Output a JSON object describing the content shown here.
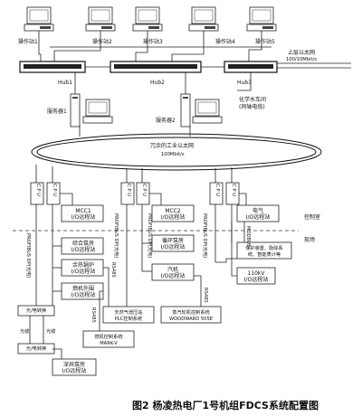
{
  "stations": {
    "s1": "操作站1",
    "s2": "操作站2",
    "s3": "操作站3",
    "s4": "操作站4",
    "s5": "操作站5"
  },
  "hubs": {
    "hub1": "Hub1",
    "hub2": "Hub2",
    "hub3": "Hub3"
  },
  "external": {
    "upper": "上层以太网",
    "upper_speed": "100/10Mbit/s",
    "water": "化学水车间",
    "water_note": "(同轴电缆)"
  },
  "servers": {
    "server1": "服务器1",
    "server2": "服务器2"
  },
  "ethernet": {
    "line1": "冗余的工业以太网",
    "line2": "100Mbit/s"
  },
  "cpu": "C P U",
  "zones": {
    "control_room": "控制室",
    "field": "现场"
  },
  "profibus": "PROFIBUS DP(光电)",
  "modules": {
    "mcc1": [
      "MCC1",
      "I/O远程站"
    ],
    "mcc2": [
      "MCC2",
      "I/O远程站"
    ],
    "zonghe": [
      "综合泵房",
      "I/O远程站"
    ],
    "xunhuan": [
      "循环泵房",
      "I/O远程站"
    ],
    "yure": [
      "余热锅炉",
      "I/O远程站"
    ],
    "ranji_waiwei": [
      "燃机外围",
      "I/O远程站"
    ],
    "qiji": [
      "汽机",
      "I/O远程站"
    ],
    "dianqi": [
      "电气",
      "I/O远程站"
    ],
    "baohu": [
      "保护装置、励除系",
      "统、智能表计等"
    ],
    "kv110": [
      "110kV",
      "I/O远程站"
    ],
    "tianranqi": [
      "天然气增压站",
      "PLC控制系统"
    ],
    "zhengqi": [
      "蒸汽轮机控制系统",
      "WOODWARD 505E"
    ],
    "ranji_control": [
      "燃机控制系统",
      "MARK-V"
    ],
    "shenjing": [
      "深井泵房",
      "I/O远程站"
    ]
  },
  "links": {
    "rs485": "RS485",
    "modbus": "MODBUS",
    "converter1": "光/电转换",
    "converter2": "光/电转换",
    "fiber1": "光缆",
    "fiber2": "光缆"
  },
  "caption": "图2   杨凌热电厂1号机组FDCS系统配置图"
}
